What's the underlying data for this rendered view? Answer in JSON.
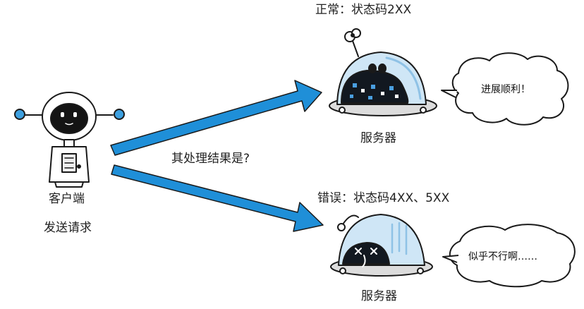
{
  "client": {
    "label": "客户端",
    "action": "发送请求"
  },
  "question": "其处理结果是?",
  "success": {
    "status": "正常：状态码2XX",
    "server_label": "服务器",
    "speech": "进展顺利！"
  },
  "error": {
    "status": "错误：状态码4XX、5XX",
    "server_label": "服务器",
    "speech": "似乎不行啊……"
  },
  "colors": {
    "arrow": "#1f8fd8",
    "outline": "#1a1a1a",
    "dome": "#cfe6f6",
    "screen": "#121820",
    "pixel": "#4a9fe0",
    "bubble_fill": "#ffffff"
  },
  "icons": [
    "client-robot-icon",
    "server-robot-icon",
    "broken-server-robot-icon",
    "speech-bubble-icon",
    "arrow-icon"
  ]
}
